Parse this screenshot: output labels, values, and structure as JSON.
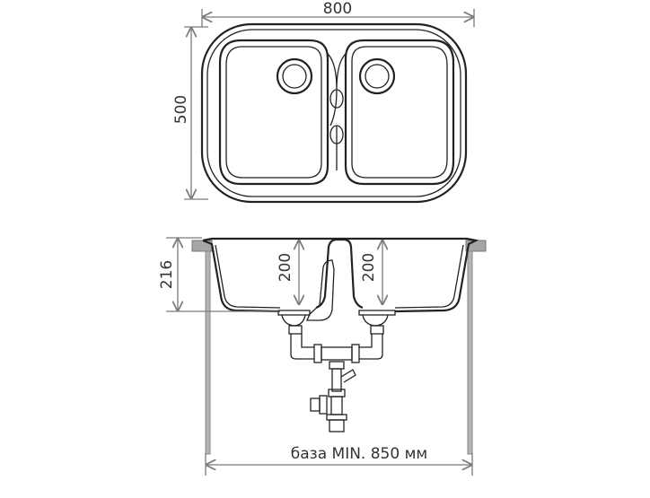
{
  "dimensions": {
    "width_label": "800",
    "depth_label": "500",
    "total_height_label": "216",
    "left_bowl_depth_label": "200",
    "right_bowl_depth_label": "200",
    "cabinet_label": "база MIN. 850 мм"
  },
  "colors": {
    "line": "#222222",
    "dimension": "#7a7a7a",
    "counter": "#a6a6a6"
  }
}
